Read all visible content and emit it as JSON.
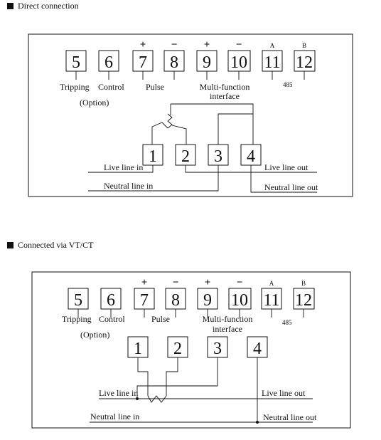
{
  "section1": {
    "title": "Direct connection",
    "terminals": [
      "5",
      "6",
      "7",
      "8",
      "9",
      "10",
      "11",
      "12"
    ],
    "signs": {
      "t7": "+",
      "t8": "−",
      "t9": "+",
      "t10": "−",
      "t11": "A",
      "t12": "B"
    },
    "labels": {
      "tripping": "Tripping",
      "control": "Control",
      "option": "(Option)",
      "pulse": "Pulse",
      "multi": "Multi-function",
      "interface": "interface",
      "rs485": "485"
    },
    "meter_terminals": [
      "1",
      "2",
      "3",
      "4"
    ],
    "lines": {
      "live_in": "Live line in",
      "live_out": "Live line out",
      "neutral_in": "Neutral line in",
      "neutral_out": "Neutral line out"
    }
  },
  "section2": {
    "title": "Connected via VT/CT",
    "terminals": [
      "5",
      "6",
      "7",
      "8",
      "9",
      "10",
      "11",
      "12"
    ],
    "signs": {
      "t7": "+",
      "t8": "−",
      "t9": "+",
      "t10": "−",
      "t11": "A",
      "t12": "B"
    },
    "labels": {
      "tripping": "Tripping",
      "control": "Control",
      "option": "(Option)",
      "pulse": "Pulse",
      "multi": "Multi-function",
      "interface": "interface",
      "rs485": "485"
    },
    "meter_terminals": [
      "1",
      "2",
      "3",
      "4"
    ],
    "lines": {
      "live_in": "Live line in",
      "live_out": "Live line out",
      "neutral_in": "Neutral line in",
      "neutral_out": "Neutral line out"
    }
  }
}
